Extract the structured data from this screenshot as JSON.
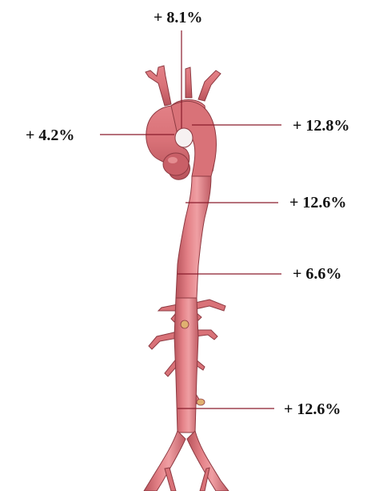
{
  "labels": {
    "arch_top": "+ 8.1%",
    "ascending": "+ 4.2%",
    "arch_right": "+ 12.8%",
    "descending_thoracic": "+ 12.6%",
    "suprarenal_abdominal": "+ 6.6%",
    "infrarenal_abdominal": "+ 12.6%"
  },
  "colors": {
    "vessel_fill": "#d97278",
    "vessel_shade": "#b9545c",
    "vessel_highlight": "#ef9fa3",
    "vessel_outline": "#8e3a42",
    "leader_line": "#8a1c2c",
    "kidney_stub": "#e0b070",
    "text": "#111111"
  }
}
